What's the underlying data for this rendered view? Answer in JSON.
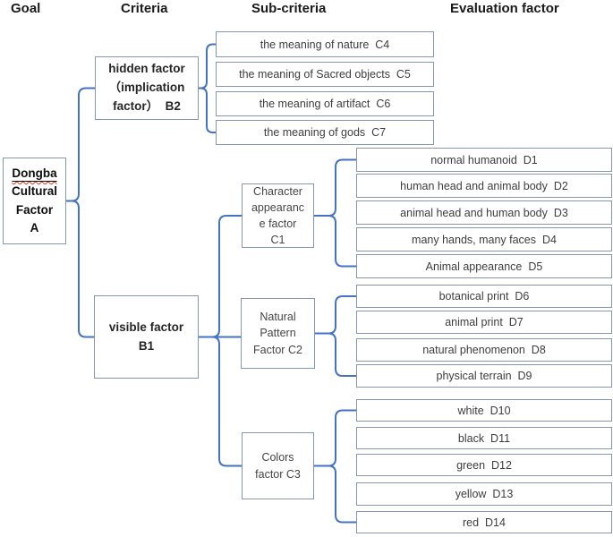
{
  "headers": {
    "goal": "Goal",
    "criteria": "Criteria",
    "sub_criteria": "Sub-criteria",
    "evaluation_factor": "Evaluation factor"
  },
  "goal_node": {
    "line1": "Dongba",
    "line2": "Cultural",
    "line3": "Factor",
    "line4": "A"
  },
  "criteria_nodes": {
    "b2": "hidden factor\n（implication\nfactor）  B2",
    "b1": "visible factor\nB1"
  },
  "sub_criteria_nodes": {
    "c1": "Character\nappearanc\ne factor\nC1",
    "c2": "Natural\nPattern\nFactor C2",
    "c3": "Colors\nfactor C3"
  },
  "evaluation_nodes": {
    "c4": "the meaning of nature  C4",
    "c5": "the meaning of Sacred objects  C5",
    "c6": "the meaning of artifact  C6",
    "c7": "the meaning of gods  C7",
    "d1": "normal humanoid  D1",
    "d2": "human head and animal body  D2",
    "d3": "animal head and human body  D3",
    "d4": "many hands, many faces  D4",
    "d5": "Animal appearance  D5",
    "d6": "botanical print  D6",
    "d7": "animal print  D7",
    "d8": "natural phenomenon  D8",
    "d9": "physical terrain  D9",
    "d10": "white  D10",
    "d11": "black  D11",
    "d12": "green  D12",
    "d13": "yellow  D13",
    "d14": "red  D14"
  },
  "colors": {
    "connector": "#4472c4",
    "box_border": "#8496b0",
    "squiggle": "#e0331f",
    "text_dark": "#262626",
    "text_gray": "#3d3d3d"
  }
}
